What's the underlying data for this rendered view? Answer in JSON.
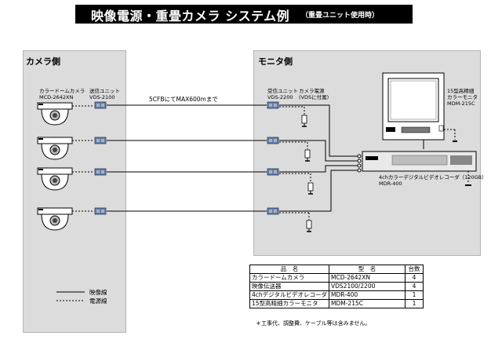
{
  "title": {
    "main": "映像電源・重畳カメラ システム例",
    "sub": "（重畳ユニット使用時）"
  },
  "camera_side": {
    "title": "カメラ側",
    "camera_label": "カラードームカメラ",
    "camera_model": "MCD-2642XN",
    "tx_label": "送信ユニット",
    "tx_model": "VDS-2100"
  },
  "cable": {
    "label": "5CFBにてMAX600mまで"
  },
  "monitor_side": {
    "title": "モニタ側",
    "rx_label": "受信ユニット",
    "rx_model": "VDS-2200",
    "power_label": "カメラ電源",
    "power_sub": "(VDSに付属)",
    "monitor_label": "15型高精細",
    "monitor_label2": "カラーモニタ",
    "monitor_model": "MDM-215C",
    "recorder_label": "4chカラーデジタルビデオレコーダ（120GB）",
    "recorder_model": "MDR-400"
  },
  "legend": {
    "video": "映像線",
    "power": "電源線"
  },
  "table": {
    "headers": [
      "品　名",
      "型　名",
      "台数"
    ],
    "rows": [
      [
        "カラードームカメラ",
        "MCD-2642XN",
        "4"
      ],
      [
        "映像伝送器",
        "VDS2100/2200",
        "4"
      ],
      [
        "4chデジタルビデオレコーダ",
        "MDR-400",
        "1"
      ],
      [
        "15型高精細カラーモニタ",
        "MDM-215C",
        "1"
      ]
    ]
  },
  "note": "＊工事代、調整費、ケーブル等は含みません。",
  "colors": {
    "panel": "#dcdcdc",
    "title_bar": "#000000",
    "device_blue": "#6a7fa6"
  }
}
